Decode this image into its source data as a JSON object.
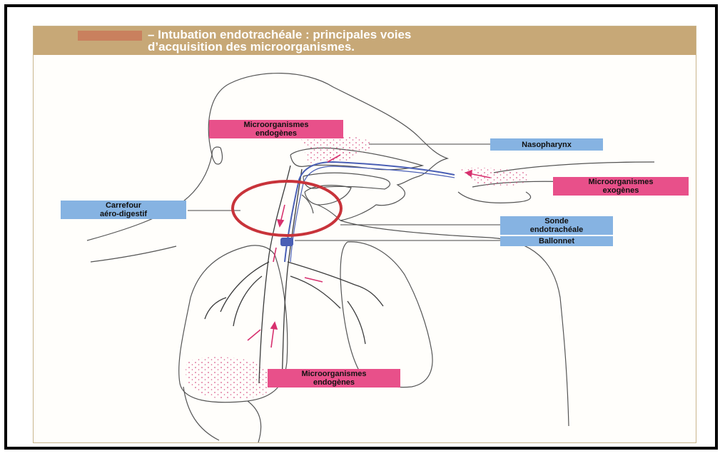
{
  "colors": {
    "title_bar": "#c7a877",
    "title_chip": "#c9805e",
    "pink_label": "#e8508a",
    "blue_label": "#86b3e2",
    "circle": "#c8333a"
  },
  "title": {
    "line1": "– Intubation endotrachéale : principales voies",
    "line2": "d’acquisition des microorganismes."
  },
  "labels": {
    "micro_endo_top": {
      "line1": "Microorganismes",
      "line2": "endogènes"
    },
    "nasopharynx": "Nasopharynx",
    "micro_exo": {
      "line1": "Microorganismes",
      "line2": "exogènes"
    },
    "carrefour": {
      "line1": "Carrefour",
      "line2": "aéro-digestif"
    },
    "sonde": {
      "line1": "Sonde",
      "line2": "endotrachéale"
    },
    "ballonnet": "Ballonnet",
    "micro_endo_bottom": {
      "line1": "Microorganismes",
      "line2": "endogènes"
    }
  }
}
